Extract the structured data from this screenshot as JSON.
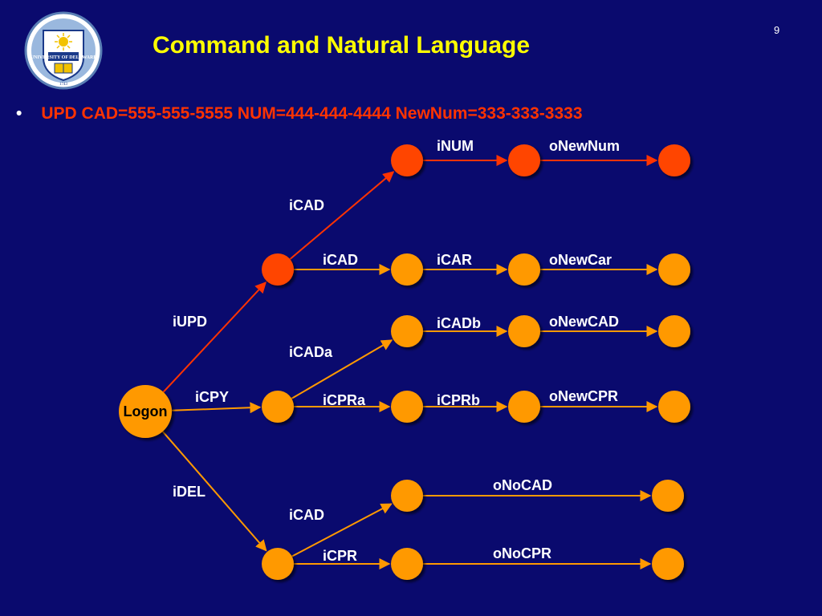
{
  "slide": {
    "title": "Command and Natural Language",
    "page_number": "9",
    "bullet_text": "UPD CAD=555-555-5555 NUM=444-444-4444 NewNum=333-333-3333",
    "logo_text": "UNIVERSITY OF DELAWARE",
    "logo_year": "1743"
  },
  "colors": {
    "background": "#0a0a6e",
    "title": "#ffff00",
    "bullet": "#ff3300",
    "node_default": "#ff9900",
    "node_highlight": "#ff4400",
    "edge_default": "#ff9900",
    "edge_highlight": "#ff3300",
    "edge_label": "#ffffff"
  },
  "diagram": {
    "nodes": [
      {
        "id": "logon",
        "label": "Logon",
        "highlight": false
      },
      {
        "id": "n_upd",
        "label": "",
        "highlight": true
      },
      {
        "id": "n_cpy",
        "label": "",
        "highlight": false
      },
      {
        "id": "n_del",
        "label": "",
        "highlight": false
      },
      {
        "id": "n_num1",
        "label": "",
        "highlight": true
      },
      {
        "id": "n_num2",
        "label": "",
        "highlight": true
      },
      {
        "id": "n_num3",
        "label": "",
        "highlight": true
      },
      {
        "id": "n_car1",
        "label": "",
        "highlight": false
      },
      {
        "id": "n_car2",
        "label": "",
        "highlight": false
      },
      {
        "id": "n_car3",
        "label": "",
        "highlight": false
      },
      {
        "id": "n_cadb1",
        "label": "",
        "highlight": false
      },
      {
        "id": "n_cadb2",
        "label": "",
        "highlight": false
      },
      {
        "id": "n_cadb3",
        "label": "",
        "highlight": false
      },
      {
        "id": "n_cprb1",
        "label": "",
        "highlight": false
      },
      {
        "id": "n_cprb2",
        "label": "",
        "highlight": false
      },
      {
        "id": "n_cprb3",
        "label": "",
        "highlight": false
      },
      {
        "id": "n_nocad1",
        "label": "",
        "highlight": false
      },
      {
        "id": "n_nocad2",
        "label": "",
        "highlight": false
      },
      {
        "id": "n_nocpr1",
        "label": "",
        "highlight": false
      },
      {
        "id": "n_nocpr2",
        "label": "",
        "highlight": false
      }
    ],
    "edges": [
      {
        "from": "logon",
        "to": "n_upd",
        "label": "iUPD",
        "highlight": true
      },
      {
        "from": "logon",
        "to": "n_cpy",
        "label": "iCPY",
        "highlight": false
      },
      {
        "from": "logon",
        "to": "n_del",
        "label": "iDEL",
        "highlight": false
      },
      {
        "from": "n_upd",
        "to": "n_num1",
        "label": "iCAD",
        "highlight": true
      },
      {
        "from": "n_num1",
        "to": "n_num2",
        "label": "iNUM",
        "highlight": true
      },
      {
        "from": "n_num2",
        "to": "n_num3",
        "label": "oNewNum",
        "highlight": true
      },
      {
        "from": "n_upd",
        "to": "n_car1",
        "label": "iCAD",
        "highlight": false
      },
      {
        "from": "n_car1",
        "to": "n_car2",
        "label": "iCAR",
        "highlight": false
      },
      {
        "from": "n_car2",
        "to": "n_car3",
        "label": "oNewCar",
        "highlight": false
      },
      {
        "from": "n_cpy",
        "to": "n_cadb1",
        "label": "iCADa",
        "highlight": false
      },
      {
        "from": "n_cadb1",
        "to": "n_cadb2",
        "label": "iCADb",
        "highlight": false
      },
      {
        "from": "n_cadb2",
        "to": "n_cadb3",
        "label": "oNewCAD",
        "highlight": false
      },
      {
        "from": "n_cpy",
        "to": "n_cprb1",
        "label": "iCPRa",
        "highlight": false
      },
      {
        "from": "n_cprb1",
        "to": "n_cprb2",
        "label": "iCPRb",
        "highlight": false
      },
      {
        "from": "n_cprb2",
        "to": "n_cprb3",
        "label": "oNewCPR",
        "highlight": false
      },
      {
        "from": "n_del",
        "to": "n_nocad1",
        "label": "iCAD",
        "highlight": false
      },
      {
        "from": "n_nocad1",
        "to": "n_nocad2",
        "label": "oNoCAD",
        "highlight": false
      },
      {
        "from": "n_del",
        "to": "n_nocpr1",
        "label": "iCPR",
        "highlight": false
      },
      {
        "from": "n_nocpr1",
        "to": "n_nocpr2",
        "label": "oNoCPR",
        "highlight": false
      }
    ]
  }
}
